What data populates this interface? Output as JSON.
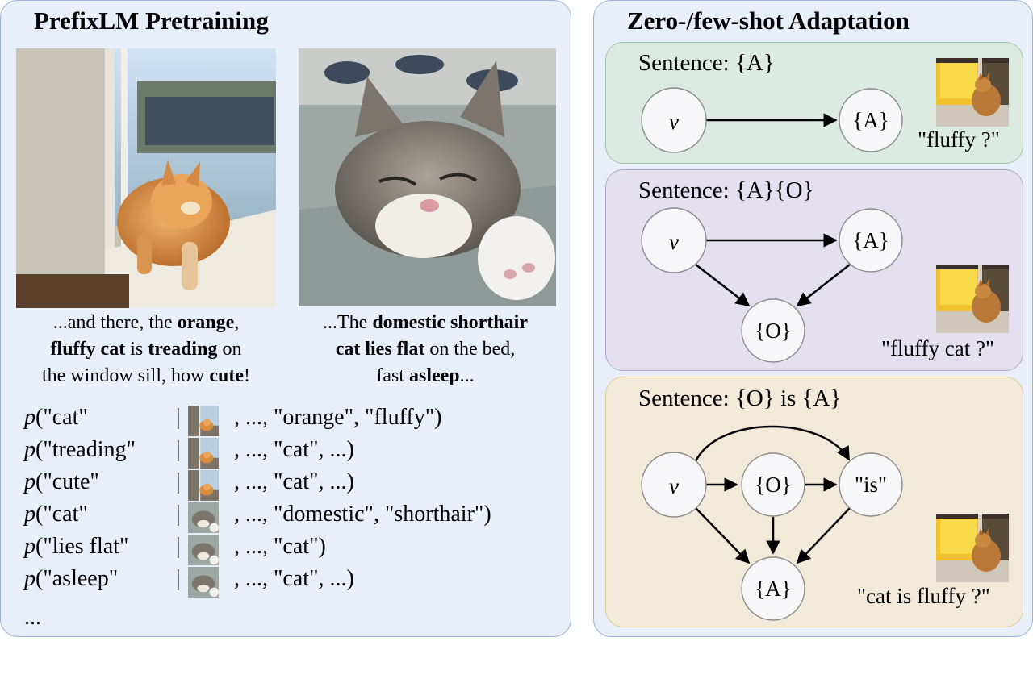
{
  "left": {
    "title": "PrefixLM Pretraining",
    "caption1": {
      "parts": [
        {
          "t": "...and there, the ",
          "b": false
        },
        {
          "t": "orange",
          "b": true
        },
        {
          "t": ",",
          "b": false
        },
        {
          "t": "fluffy cat",
          "b": true,
          "br": true
        },
        {
          "t": " is ",
          "b": false
        },
        {
          "t": "treading",
          "b": true
        },
        {
          "t": " on",
          "b": false
        },
        {
          "t": "the window sill, how ",
          "b": false,
          "br": true
        },
        {
          "t": "cute",
          "b": true
        },
        {
          "t": "!",
          "b": false
        }
      ]
    },
    "caption2": {
      "parts": [
        {
          "t": "...The ",
          "b": false
        },
        {
          "t": "domestic shorthair",
          "b": true
        },
        {
          "t": "cat lies flat",
          "b": true,
          "br": true
        },
        {
          "t": " on the bed,",
          "b": false
        },
        {
          "t": "fast ",
          "b": false,
          "br": true
        },
        {
          "t": "asleep",
          "b": true
        },
        {
          "t": "...",
          "b": false
        }
      ]
    },
    "prob_rows": [
      {
        "p": "p",
        "target": "(\"cat\"",
        "image": "orange-cat",
        "context": ", ..., \"orange\", \"fluffy\")"
      },
      {
        "p": "p",
        "target": "(\"treading\"",
        "image": "orange-cat",
        "context": ", ..., \"cat\", ...)"
      },
      {
        "p": "p",
        "target": "(\"cute\"",
        "image": "orange-cat",
        "context": ", ..., \"cat\", ...)"
      },
      {
        "p": "p",
        "target": "(\"cat\"",
        "image": "tabby-cat",
        "context": ", ..., \"domestic\", \"shorthair\")"
      },
      {
        "p": "p",
        "target": "(\"lies flat\"",
        "image": "tabby-cat",
        "context": ", ..., \"cat\")"
      },
      {
        "p": "p",
        "target": "(\"asleep\"",
        "image": "tabby-cat",
        "context": ", ..., \"cat\", ...)"
      }
    ],
    "bar": "|",
    "ellipsis": "..."
  },
  "right": {
    "title": "Zero-/few-shot Adaptation",
    "scenarios": [
      {
        "sentence": "Sentence: {A}",
        "quote": "\"fluffy ?\"",
        "nodes": {
          "v": "v",
          "A": "{A}"
        }
      },
      {
        "sentence": "Sentence: {A}{O}",
        "quote": "\"fluffy cat ?\"",
        "nodes": {
          "v": "v",
          "A": "{A}",
          "O": "{O}"
        }
      },
      {
        "sentence": "Sentence: {O} is {A}",
        "quote": "\"cat is fluffy ?\"",
        "nodes": {
          "v": "v",
          "O": "{O}",
          "is": "\"is\"",
          "A": "{A}"
        }
      }
    ]
  },
  "colors": {
    "panel_bg": "#e8eefa",
    "green_box": "#dcebe2",
    "purple_box": "#e4e0f0",
    "orange_box": "#f2ead9"
  }
}
